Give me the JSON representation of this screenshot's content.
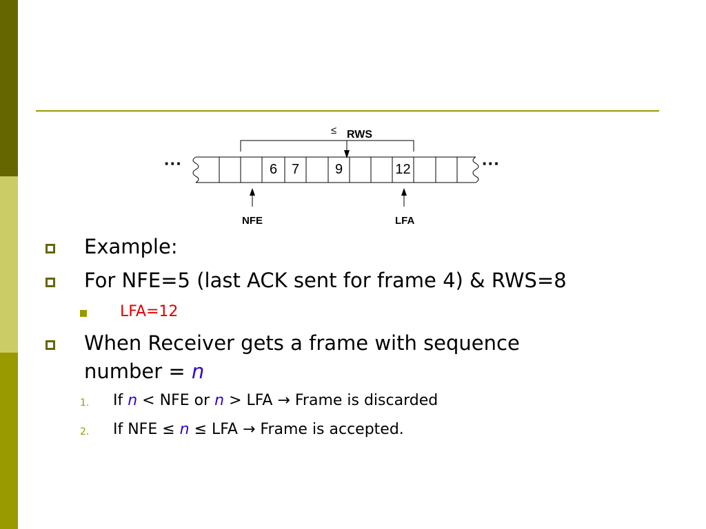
{
  "slide": {
    "diagram": {
      "rws_label": "RWS",
      "leq_symbol": "≤",
      "ellipsis_left": "···",
      "ellipsis_right": "···",
      "nfe_label": "NFE",
      "lfa_label": "LFA",
      "cells": [
        "",
        "",
        "",
        "6",
        "7",
        "",
        "9",
        "",
        "",
        "12",
        "",
        "",
        ""
      ]
    },
    "bullets": [
      {
        "text": "Example:"
      },
      {
        "text": "For NFE=5 (last ACK sent for frame 4) & RWS=8"
      },
      {
        "sub_text": "LFA=12"
      },
      {
        "line1": "When Receiver gets a frame with sequence",
        "line2_prefix": "number = ",
        "var": "n"
      }
    ],
    "numbered": [
      {
        "marker": "1.",
        "p1": "If ",
        "v1": "n",
        "p2": " < NFE or ",
        "v2": "n",
        "p3": " > LFA → Frame is discarded"
      },
      {
        "marker": "2.",
        "p1": "If NFE ≤ ",
        "v1": "n",
        "p2": " ≤ LFA → Frame is accepted."
      }
    ],
    "colors": {
      "accent_dark": "#666600",
      "accent_light": "#cccc66",
      "accent_mid": "#999900",
      "highlight_red": "#e00000",
      "variable_blue": "#3300cc"
    }
  }
}
